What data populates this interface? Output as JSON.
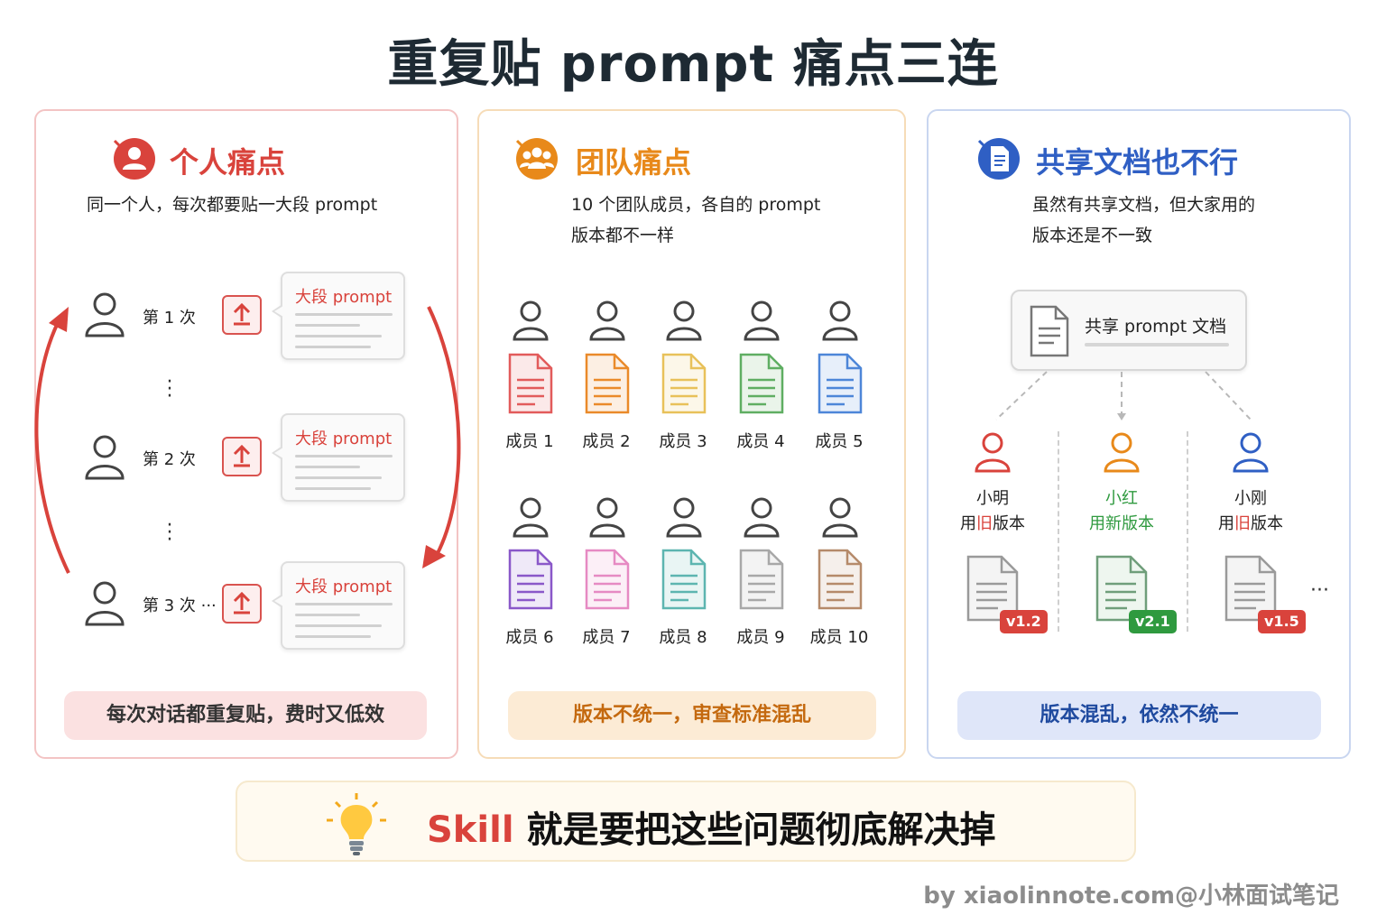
{
  "title": "重复贴 prompt 痛点三连",
  "colors": {
    "red": "#d9433c",
    "orange": "#e8891a",
    "blue": "#2f5fc4"
  },
  "panels": {
    "personal": {
      "title": "个人痛点",
      "desc": "同一个人，每次都要贴一大段 prompt",
      "rows": [
        {
          "label": "第 1 次",
          "bubble": "大段 prompt"
        },
        {
          "label": "第 2 次",
          "bubble": "大段 prompt"
        },
        {
          "label": "第 3 次 ···",
          "bubble": "大段 prompt"
        }
      ],
      "footer": "每次对话都重复贴，费时又低效"
    },
    "team": {
      "title": "团队痛点",
      "desc1": "10 个团队成员，各自的 prompt",
      "desc2": "版本都不一样",
      "members": [
        "成员 1",
        "成员 2",
        "成员 3",
        "成员 4",
        "成员 5",
        "成员 6",
        "成员 7",
        "成员 8",
        "成员 9",
        "成员 10"
      ],
      "doc_colors": [
        "#e25b5b",
        "#ea8a2a",
        "#e8c15a",
        "#5fae62",
        "#4d86d8",
        "#8a58c9",
        "#e68ac3",
        "#5db5b0",
        "#a8a8a8",
        "#b58a6a"
      ],
      "footer": "版本不统一，审查标准混乱"
    },
    "shared": {
      "title": "共享文档也不行",
      "desc1": "虽然有共享文档，但大家用的",
      "desc2": "版本还是不一致",
      "doc_label": "共享 prompt 文档",
      "users": [
        {
          "name": "小明",
          "ver_pre": "用",
          "ver_hl": "旧",
          "ver_post": "版本",
          "badge": "v1.2",
          "color": "#d9433c"
        },
        {
          "name": "小红",
          "ver_pre": "用",
          "ver_hl": "新",
          "ver_post": "版本",
          "badge": "v2.1",
          "color": "#2f9a3f"
        },
        {
          "name": "小刚",
          "ver_pre": "用",
          "ver_hl": "旧",
          "ver_post": "版本",
          "badge": "v1.5",
          "color": "#d9433c"
        }
      ],
      "more": "···",
      "footer": "版本混乱，依然不统一"
    }
  },
  "banner": {
    "highlight": "Skill",
    "text": " 就是要把这些问题彻底解决掉"
  },
  "credit": "by xiaolinnote.com@小林面试笔记"
}
